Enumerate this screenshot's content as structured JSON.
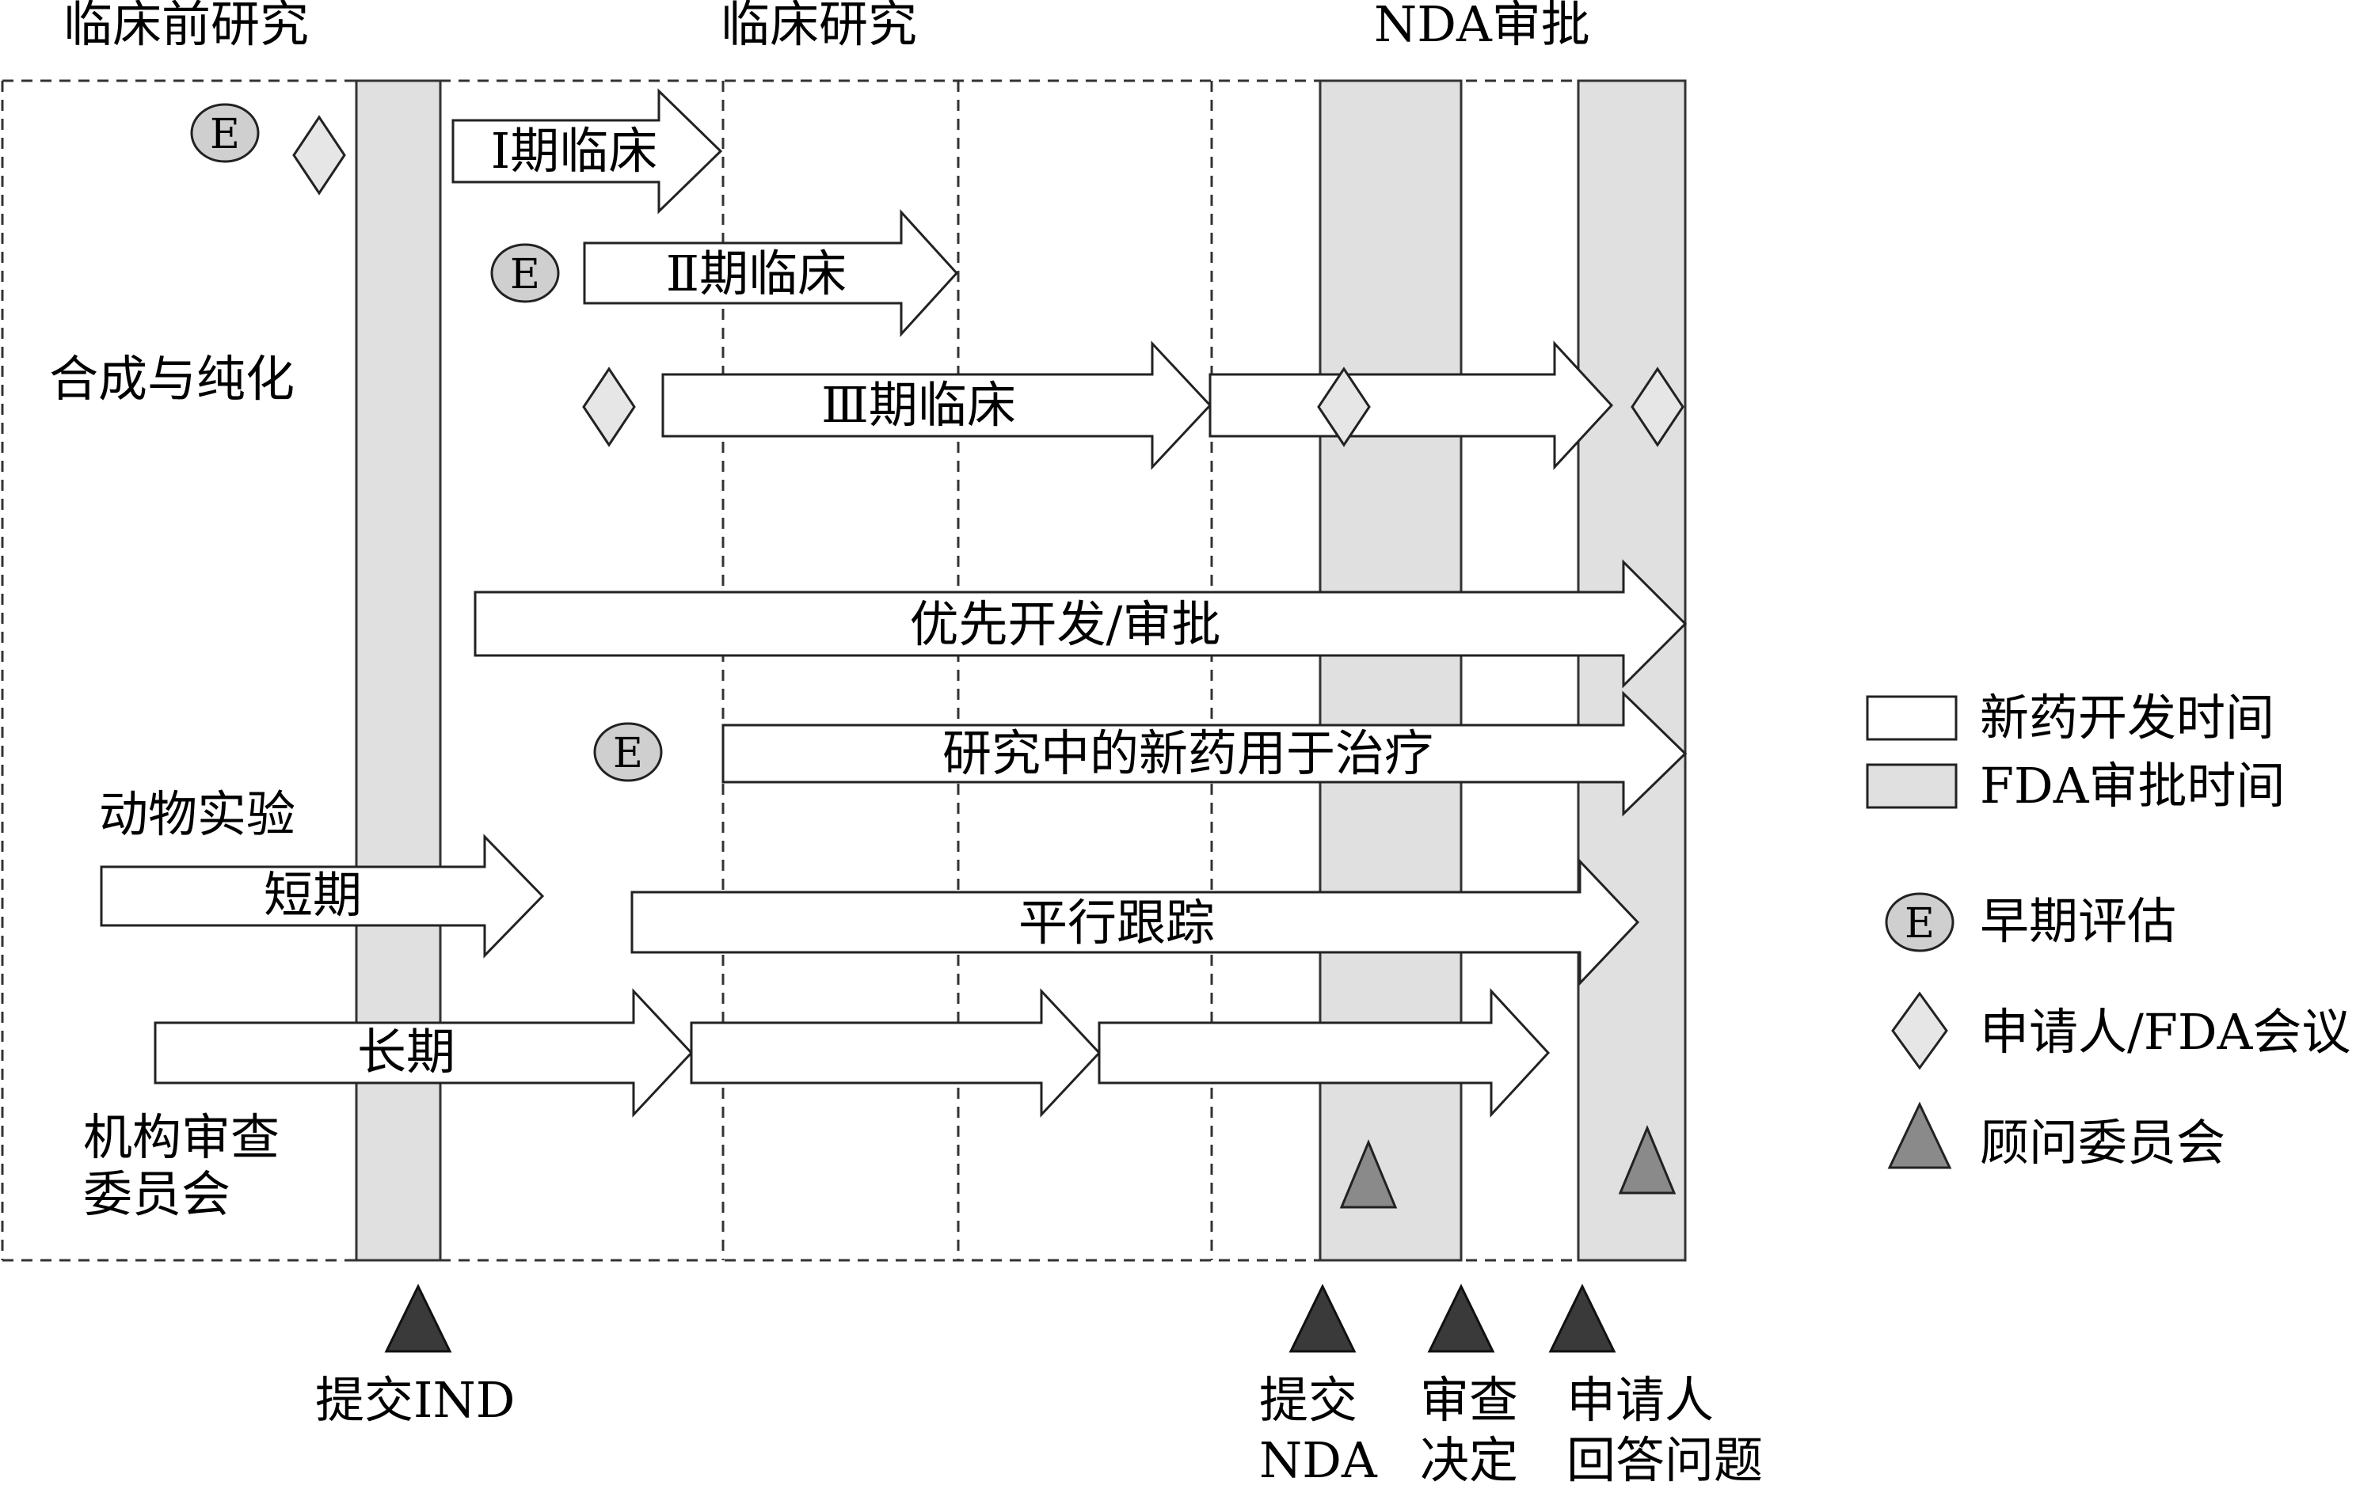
{
  "phases": {
    "preclinical": "临床前研究",
    "clinical": "临床研究",
    "nda": "NDA审批"
  },
  "side_labels": {
    "synthesis": "合成与纯化",
    "animal": "动物实验",
    "irb_line1": "机构审查",
    "irb_line2": "委员会"
  },
  "arrows": {
    "phase1": "Ⅰ期临床",
    "phase2": "Ⅱ期临床",
    "phase3": "Ⅲ期临床",
    "priority": "优先开发/审批",
    "treatment_ind": "研究中的新药用于治疗",
    "short_term": "短期",
    "parallel_track": "平行跟踪",
    "long_term": "长期"
  },
  "e_marker": "E",
  "milestones": {
    "submit_ind": "提交IND",
    "submit_nda_line1": "提交",
    "submit_nda_line2": "NDA",
    "review_line1": "审查",
    "review_line2": "决定",
    "applicant_line1": "申请人",
    "applicant_line2": "回答问题"
  },
  "legend": {
    "dev_time": "新药开发时间",
    "fda_time": "FDA审批时间",
    "early_eval": "早期评估",
    "meeting": "申请人/FDA会议",
    "advisory": "顾问委员会"
  },
  "colors": {
    "fda_band": "#e0e0e0",
    "e_circle": "#cfcfcf",
    "diamond": "#e6e6e6",
    "advisory_triangle": "#8a8a8a",
    "milestone_triangle": "#3a3a3a"
  }
}
